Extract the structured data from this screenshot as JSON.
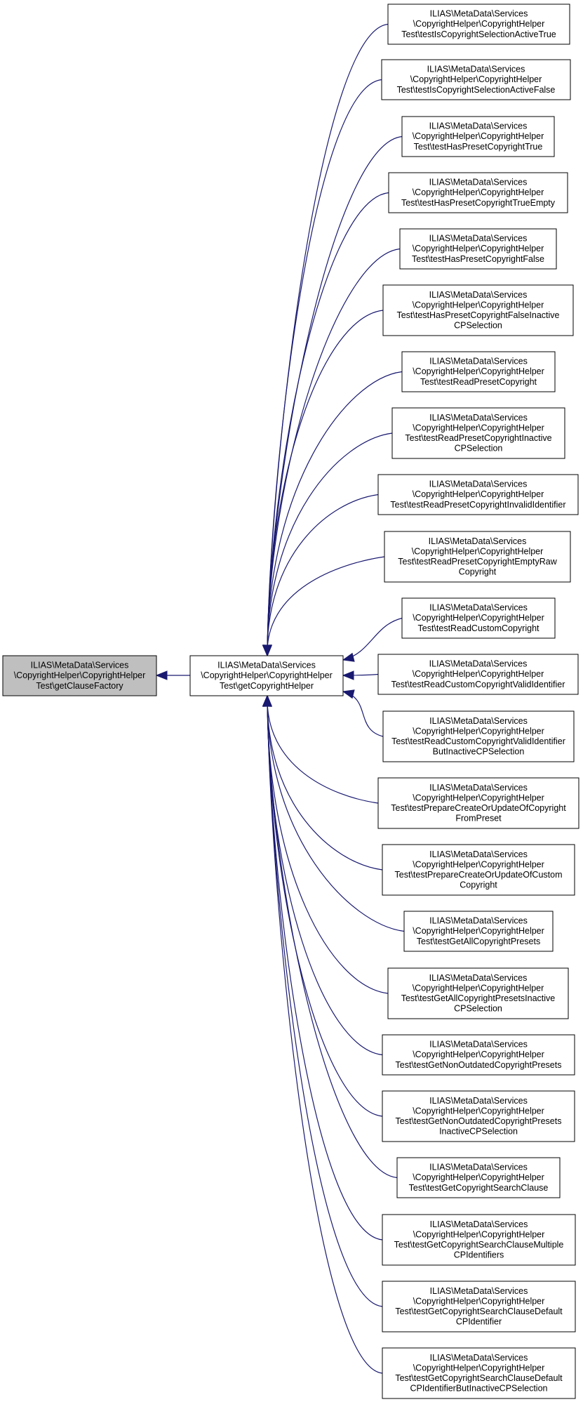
{
  "colors": {
    "edge": "#191970",
    "root_fill": "#bfbfbf",
    "node_fill": "#ffffff",
    "border": "#000000"
  },
  "root": {
    "lines": [
      "ILIAS\\MetaData\\Services",
      "\\CopyrightHelper\\CopyrightHelper",
      "Test\\getClauseFactory"
    ]
  },
  "hub": {
    "lines": [
      "ILIAS\\MetaData\\Services",
      "\\CopyrightHelper\\CopyrightHelper",
      "Test\\getCopyrightHelper"
    ]
  },
  "callers": [
    {
      "lines": [
        "ILIAS\\MetaData\\Services",
        "\\CopyrightHelper\\CopyrightHelper",
        "Test\\testIsCopyrightSelectionActiveTrue"
      ]
    },
    {
      "lines": [
        "ILIAS\\MetaData\\Services",
        "\\CopyrightHelper\\CopyrightHelper",
        "Test\\testIsCopyrightSelectionActiveFalse"
      ]
    },
    {
      "lines": [
        "ILIAS\\MetaData\\Services",
        "\\CopyrightHelper\\CopyrightHelper",
        "Test\\testHasPresetCopyrightTrue"
      ]
    },
    {
      "lines": [
        "ILIAS\\MetaData\\Services",
        "\\CopyrightHelper\\CopyrightHelper",
        "Test\\testHasPresetCopyrightTrueEmpty"
      ]
    },
    {
      "lines": [
        "ILIAS\\MetaData\\Services",
        "\\CopyrightHelper\\CopyrightHelper",
        "Test\\testHasPresetCopyrightFalse"
      ]
    },
    {
      "lines": [
        "ILIAS\\MetaData\\Services",
        "\\CopyrightHelper\\CopyrightHelper",
        "Test\\testHasPresetCopyrightFalseInactive",
        "CPSelection"
      ]
    },
    {
      "lines": [
        "ILIAS\\MetaData\\Services",
        "\\CopyrightHelper\\CopyrightHelper",
        "Test\\testReadPresetCopyright"
      ]
    },
    {
      "lines": [
        "ILIAS\\MetaData\\Services",
        "\\CopyrightHelper\\CopyrightHelper",
        "Test\\testReadPresetCopyrightInactive",
        "CPSelection"
      ]
    },
    {
      "lines": [
        "ILIAS\\MetaData\\Services",
        "\\CopyrightHelper\\CopyrightHelper",
        "Test\\testReadPresetCopyrightInvalidIdentifier"
      ]
    },
    {
      "lines": [
        "ILIAS\\MetaData\\Services",
        "\\CopyrightHelper\\CopyrightHelper",
        "Test\\testReadPresetCopyrightEmptyRaw",
        "Copyright"
      ]
    },
    {
      "lines": [
        "ILIAS\\MetaData\\Services",
        "\\CopyrightHelper\\CopyrightHelper",
        "Test\\testReadCustomCopyright"
      ]
    },
    {
      "lines": [
        "ILIAS\\MetaData\\Services",
        "\\CopyrightHelper\\CopyrightHelper",
        "Test\\testReadCustomCopyrightValidIdentifier"
      ]
    },
    {
      "lines": [
        "ILIAS\\MetaData\\Services",
        "\\CopyrightHelper\\CopyrightHelper",
        "Test\\testReadCustomCopyrightValidIdentifier",
        "ButInactiveCPSelection"
      ]
    },
    {
      "lines": [
        "ILIAS\\MetaData\\Services",
        "\\CopyrightHelper\\CopyrightHelper",
        "Test\\testPrepareCreateOrUpdateOfCopyright",
        "FromPreset"
      ]
    },
    {
      "lines": [
        "ILIAS\\MetaData\\Services",
        "\\CopyrightHelper\\CopyrightHelper",
        "Test\\testPrepareCreateOrUpdateOfCustom",
        "Copyright"
      ]
    },
    {
      "lines": [
        "ILIAS\\MetaData\\Services",
        "\\CopyrightHelper\\CopyrightHelper",
        "Test\\testGetAllCopyrightPresets"
      ]
    },
    {
      "lines": [
        "ILIAS\\MetaData\\Services",
        "\\CopyrightHelper\\CopyrightHelper",
        "Test\\testGetAllCopyrightPresetsInactive",
        "CPSelection"
      ]
    },
    {
      "lines": [
        "ILIAS\\MetaData\\Services",
        "\\CopyrightHelper\\CopyrightHelper",
        "Test\\testGetNonOutdatedCopyrightPresets"
      ]
    },
    {
      "lines": [
        "ILIAS\\MetaData\\Services",
        "\\CopyrightHelper\\CopyrightHelper",
        "Test\\testGetNonOutdatedCopyrightPresets",
        "InactiveCPSelection"
      ]
    },
    {
      "lines": [
        "ILIAS\\MetaData\\Services",
        "\\CopyrightHelper\\CopyrightHelper",
        "Test\\testGetCopyrightSearchClause"
      ]
    },
    {
      "lines": [
        "ILIAS\\MetaData\\Services",
        "\\CopyrightHelper\\CopyrightHelper",
        "Test\\testGetCopyrightSearchClauseMultiple",
        "CPIdentifiers"
      ]
    },
    {
      "lines": [
        "ILIAS\\MetaData\\Services",
        "\\CopyrightHelper\\CopyrightHelper",
        "Test\\testGetCopyrightSearchClauseDefault",
        "CPIdentifier"
      ]
    },
    {
      "lines": [
        "ILIAS\\MetaData\\Services",
        "\\CopyrightHelper\\CopyrightHelper",
        "Test\\testGetCopyrightSearchClauseDefault",
        "CPIdentifierButInactiveCPSelection"
      ]
    }
  ]
}
